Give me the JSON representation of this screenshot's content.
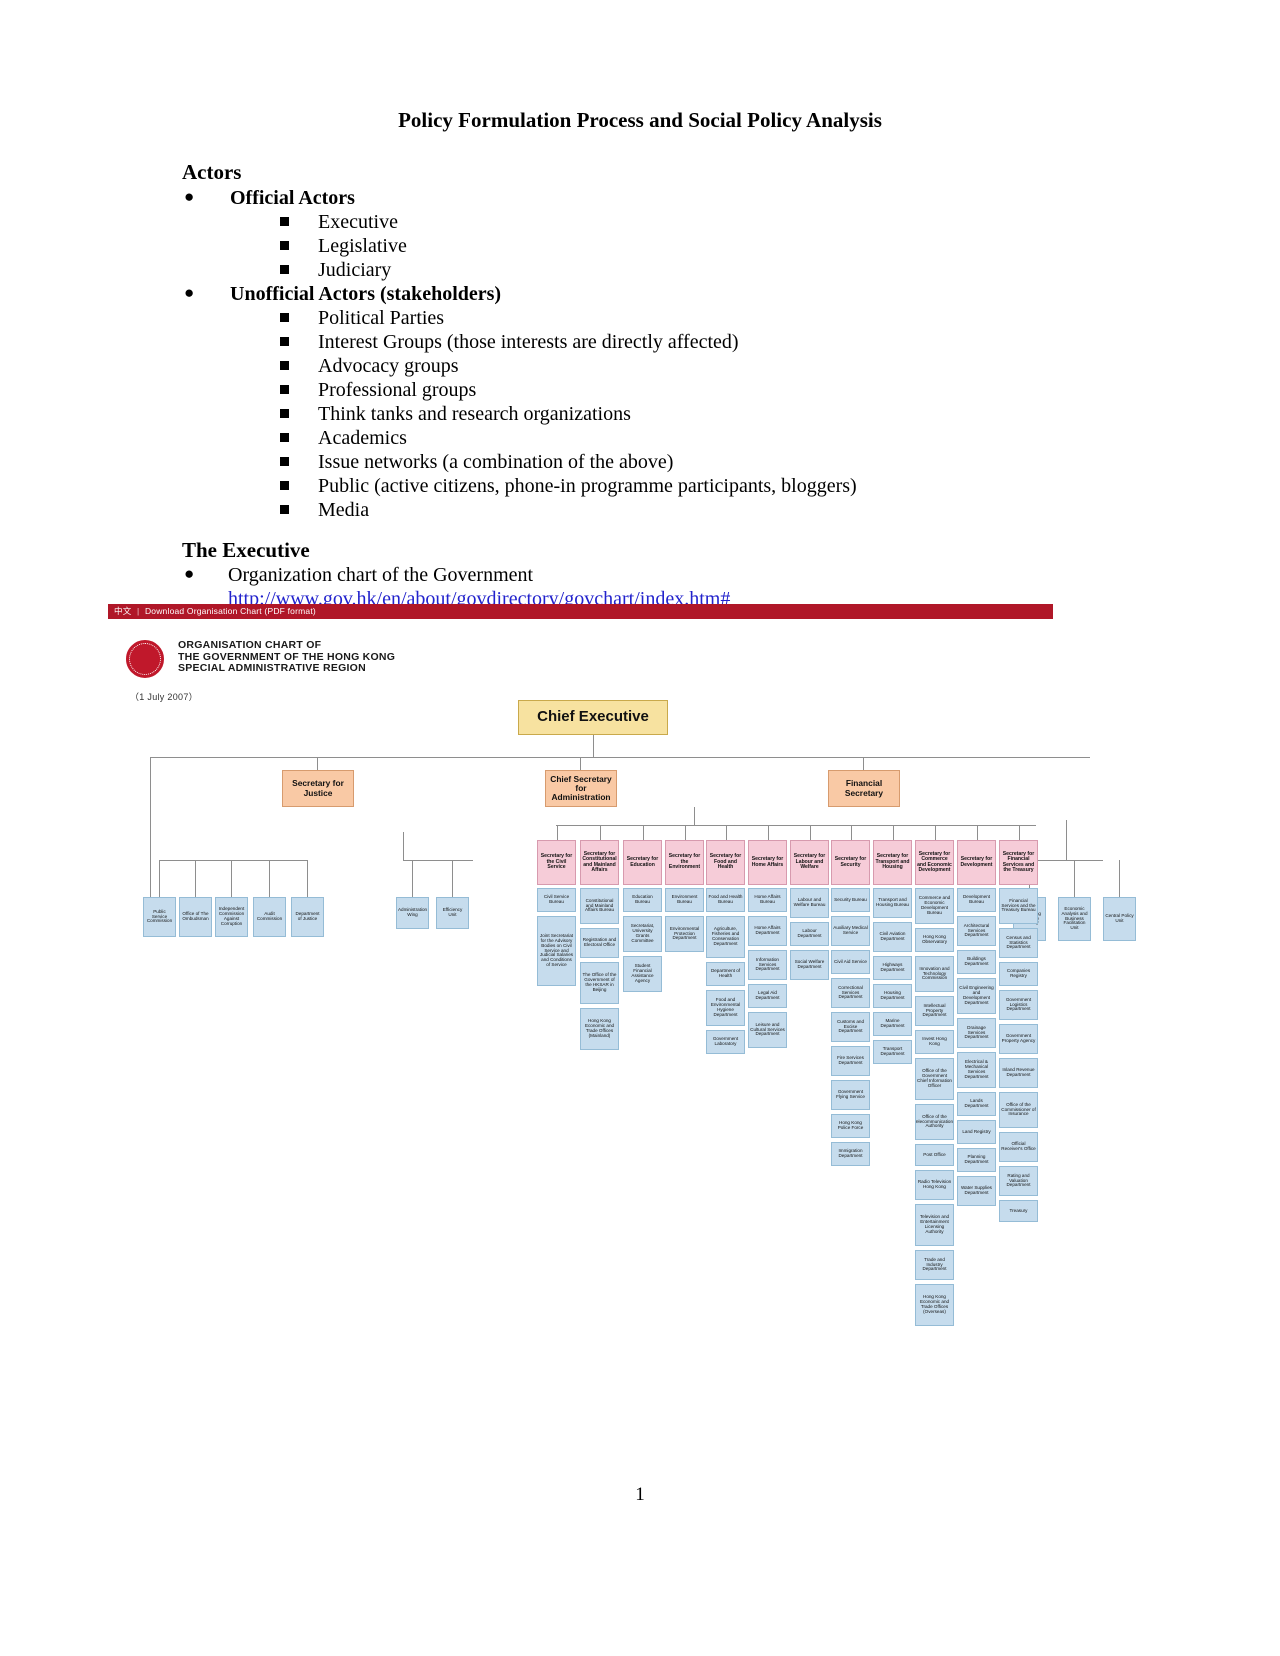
{
  "document": {
    "title": "Policy Formulation Process and Social Policy Analysis",
    "page_number": "1",
    "sections": {
      "actors": {
        "heading": "Actors",
        "groups": [
          {
            "label": "Official Actors",
            "items": [
              "Executive",
              "Legislative",
              "Judiciary"
            ]
          },
          {
            "label": "Unofficial Actors (stakeholders)",
            "items": [
              "Political Parties",
              "Interest Groups (those interests are directly affected)",
              "Advocacy groups",
              "Professional groups",
              "Think tanks and research organizations",
              "Academics",
              "Issue networks (a combination of the above)",
              "Public (active citizens, phone-in programme participants, bloggers)",
              "Media"
            ]
          }
        ]
      },
      "executive": {
        "heading": "The Executive",
        "bullet": "Organization chart of the Government",
        "link": "http://www.gov.hk/en/about/govdirectory/govchart/index.htm#"
      }
    }
  },
  "org_chart": {
    "topbar": {
      "chinese_link": "中文",
      "separator": "|",
      "download_link": "Download Organisation Chart (PDF format)"
    },
    "brand": {
      "line1": "ORGANISATION CHART OF",
      "line2": "THE GOVERNMENT OF THE HONG KONG",
      "line3": "SPECIAL ADMINISTRATIVE REGION",
      "date": "（1 July 2007）"
    },
    "colors": {
      "bar": "#b01728",
      "chief_executive": "#f7e2a0",
      "secretary": "#f9c9a5",
      "bureau": "#f6ccd8",
      "department": "#c6dced"
    },
    "chief_executive": "Chief Executive",
    "secretaries": [
      "Secretary for Justice",
      "Chief Secretary for Administration",
      "Financial Secretary"
    ],
    "independent_units": [
      "Public Service Commission",
      "Office of The Ombudsman",
      "Independent Commission Against Corruption",
      "Audit Commission",
      "Department of Justice"
    ],
    "cs_admin_units": [
      "Administration Wing",
      "Efficiency Unit"
    ],
    "fs_units": [
      "Hong Kong Monetary Authority",
      "Economic Analysis and Business Facilitation Unit",
      "Central Policy Unit"
    ],
    "bureaux": [
      {
        "name": "Secretary for the Civil Service",
        "departments": [
          "Civil Service Bureau",
          "Joint Secretariat for the Advisory Bodies on Civil Service and Judicial Salaries and Conditions of Service"
        ]
      },
      {
        "name": "Secretary for Constitutional and Mainland Affairs",
        "departments": [
          "Constitutional and Mainland Affairs Bureau",
          "Registration and Electoral Office",
          "The Office of the Government of the HKSAR in Beijing",
          "Hong Kong Economic and Trade Offices (Mainland)"
        ]
      },
      {
        "name": "Secretary for Education",
        "departments": [
          "Education Bureau",
          "Secretariat, University Grants Committee",
          "Student Financial Assistance Agency"
        ]
      },
      {
        "name": "Secretary for the Environment",
        "departments": [
          "Environment Bureau",
          "Environmental Protection Department"
        ]
      },
      {
        "name": "Secretary for Food and Health",
        "departments": [
          "Food and Health Bureau",
          "Agriculture, Fisheries and Conservation Department",
          "Department of Health",
          "Food and Environmental Hygiene Department",
          "Government Laboratory"
        ]
      },
      {
        "name": "Secretary for Home Affairs",
        "departments": [
          "Home Affairs Bureau",
          "Home Affairs Department",
          "Information Services Department",
          "Legal Aid Department",
          "Leisure and Cultural Services Department"
        ]
      },
      {
        "name": "Secretary for Labour and Welfare",
        "departments": [
          "Labour and Welfare Bureau",
          "Labour Department",
          "Social Welfare Department"
        ]
      },
      {
        "name": "Secretary for Security",
        "departments": [
          "Security Bureau",
          "Auxiliary Medical Service",
          "Civil Aid Service",
          "Correctional Services Department",
          "Customs and Excise Department",
          "Fire Services Department",
          "Government Flying Service",
          "Hong Kong Police Force",
          "Immigration Department"
        ]
      },
      {
        "name": "Secretary for Transport and Housing",
        "departments": [
          "Transport and Housing Bureau",
          "Civil Aviation Department",
          "Highways Department",
          "Housing Department",
          "Marine Department",
          "Transport Department"
        ]
      },
      {
        "name": "Secretary for Commerce and Economic Development",
        "departments": [
          "Commerce and Economic Development Bureau",
          "Hong Kong Observatory",
          "Innovation and Technology Commission",
          "Intellectual Property Department",
          "Invest Hong Kong",
          "Office of the Government Chief Information Officer",
          "Office of the Telecommunications Authority",
          "Post Office",
          "Radio Television Hong Kong",
          "Television and Entertainment Licensing Authority",
          "Trade and Industry Department",
          "Hong Kong Economic and Trade Offices (Overseas)"
        ]
      },
      {
        "name": "Secretary for Development",
        "departments": [
          "Development Bureau",
          "Architectural Services Department",
          "Buildings Department",
          "Civil Engineering and Development Department",
          "Drainage Services Department",
          "Electrical & Mechanical Services Department",
          "Lands Department",
          "Land Registry",
          "Planning Department",
          "Water Supplies Department"
        ]
      },
      {
        "name": "Secretary for Financial Services and the Treasury",
        "departments": [
          "Financial Services and the Treasury Bureau",
          "Census and Statistics Department",
          "Companies Registry",
          "Government Logistics Department",
          "Government Property Agency",
          "Inland Revenue Department",
          "Office of the Commissioner of Insurance",
          "Official Receiver's Office",
          "Rating and Valuation Department",
          "Treasury"
        ]
      }
    ]
  }
}
